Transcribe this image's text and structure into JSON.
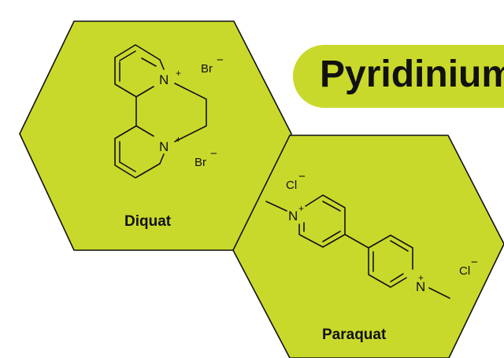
{
  "banner": {
    "title": "Pyridinium"
  },
  "diquat": {
    "name": "Diquat",
    "atom": "N",
    "charge": "+",
    "counterion": "Br",
    "counterion_charge": "−"
  },
  "paraquat": {
    "name": "Paraquat",
    "atom": "N",
    "charge": "+",
    "counterion": "Cl",
    "counterion_charge": "−"
  },
  "colors": {
    "hexagon_fill": "#c9d92b",
    "hexagon_stroke": "#111111",
    "banner_fill": "#c9d92b"
  }
}
